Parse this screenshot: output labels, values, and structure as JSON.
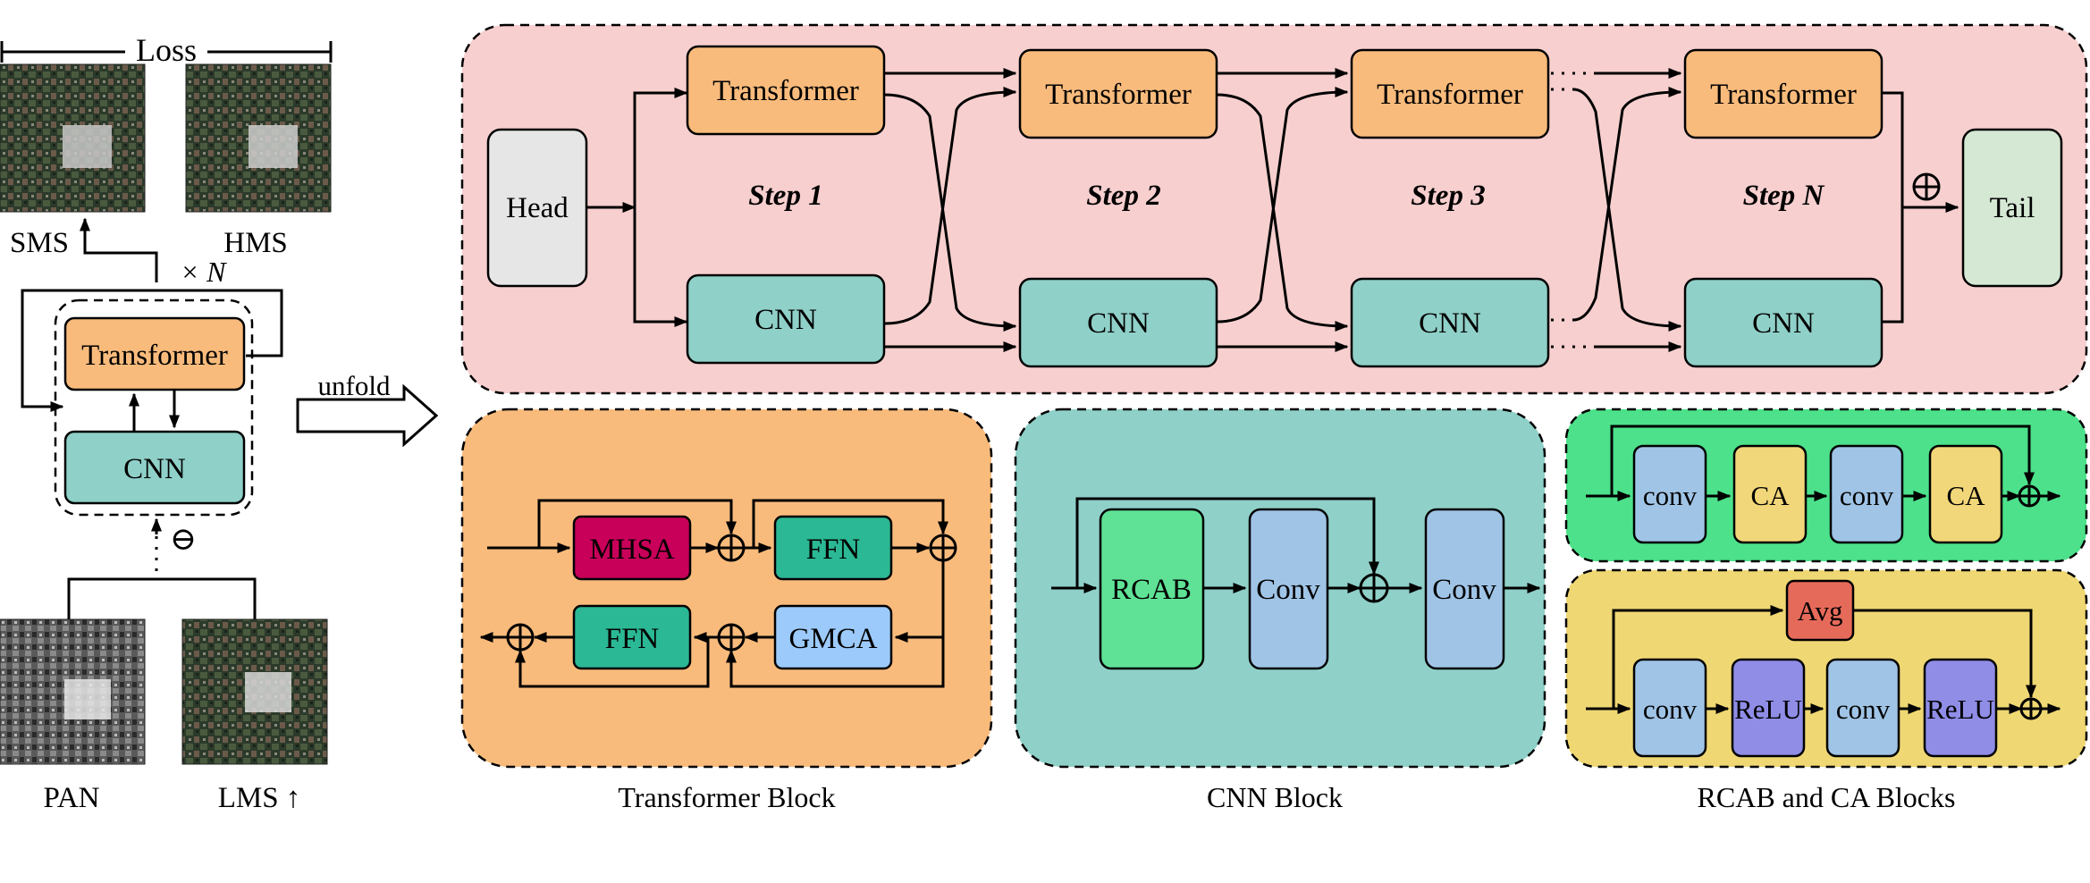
{
  "left": {
    "loss": "Loss",
    "sms": "SMS",
    "hms": "HMS",
    "times_n": "× N",
    "transformer": "Transformer",
    "cnn": "CNN",
    "minus": "⊖",
    "pan": "PAN",
    "lms": "LMS ↑",
    "unfold": "unfold"
  },
  "unfolded": {
    "head": "Head",
    "tail": "Tail",
    "transformer": "Transformer",
    "cnn": "CNN",
    "steps": [
      "Step 1",
      "Step 2",
      "Step 3",
      "Step N"
    ]
  },
  "transformer_block": {
    "mhsa": "MHSA",
    "ffn_top": "FFN",
    "ffn_bottom": "FFN",
    "gmca": "GMCA",
    "caption": "Transformer Block"
  },
  "cnn_block": {
    "rcab": "RCAB",
    "conv1": "Conv",
    "conv2": "Conv",
    "caption": "CNN Block"
  },
  "rcab_ca": {
    "top": [
      "conv",
      "CA",
      "conv",
      "CA"
    ],
    "avg": "Avg",
    "bottom": [
      "conv",
      "ReLU",
      "conv",
      "ReLU"
    ],
    "caption": "RCAB and CA Blocks"
  },
  "colors": {
    "pink_panel": "#f7cfcf",
    "orange": "#f9bb7c",
    "teal": "#8fd0c8",
    "head_gray": "#e6e6e6",
    "tail_green": "#d5e8d4",
    "mhsa": "#c8005a",
    "ffn": "#2bb894",
    "gmca": "#9ccafa",
    "rcab_green": "#5fe296",
    "conv_blue": "#a0c4e6",
    "ca_yellow": "#f2d77a",
    "green_panel": "#4ce18a",
    "yellow_panel": "#efd773",
    "avg_red": "#e66a5a",
    "relu_purple": "#8f8de6"
  }
}
